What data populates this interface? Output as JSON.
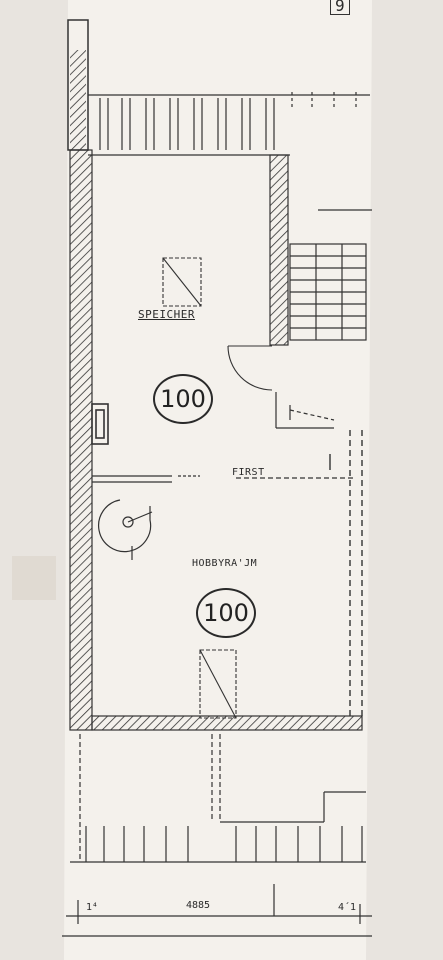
{
  "sheet": {
    "corner_number": "9",
    "paper_color": "#f4f1ec",
    "ink_color": "#2a2a2a"
  },
  "rooms": [
    {
      "name": "SPEICHER",
      "number": "100"
    },
    {
      "name": "HOBBYRA'JM",
      "number": "100"
    }
  ],
  "annotations": {
    "ridge_label": "FIRST"
  },
  "dimensions": {
    "left": "1⁴",
    "center": "4885",
    "right": "4´1"
  }
}
